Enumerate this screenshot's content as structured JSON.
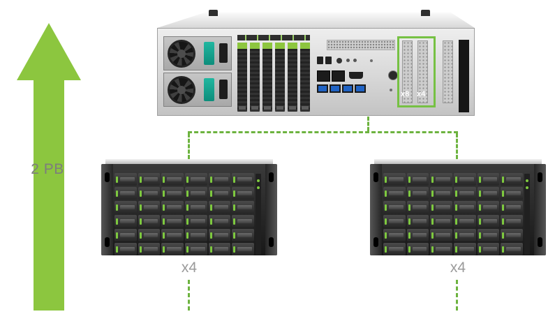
{
  "capacity": {
    "label": "2 PB"
  },
  "server": {
    "pcie_slots": {
      "slot1_label": "x8",
      "slot2_label": "x4"
    }
  },
  "expansions": {
    "left": {
      "label": "x4"
    },
    "right": {
      "label": "x4"
    },
    "grid": {
      "rows": 6,
      "cols": 6
    }
  },
  "colors": {
    "accent_green": "#8cc63f",
    "dash_green": "#6db33f",
    "psu_teal": "#12a893",
    "label_gray": "#9a9a9a"
  }
}
